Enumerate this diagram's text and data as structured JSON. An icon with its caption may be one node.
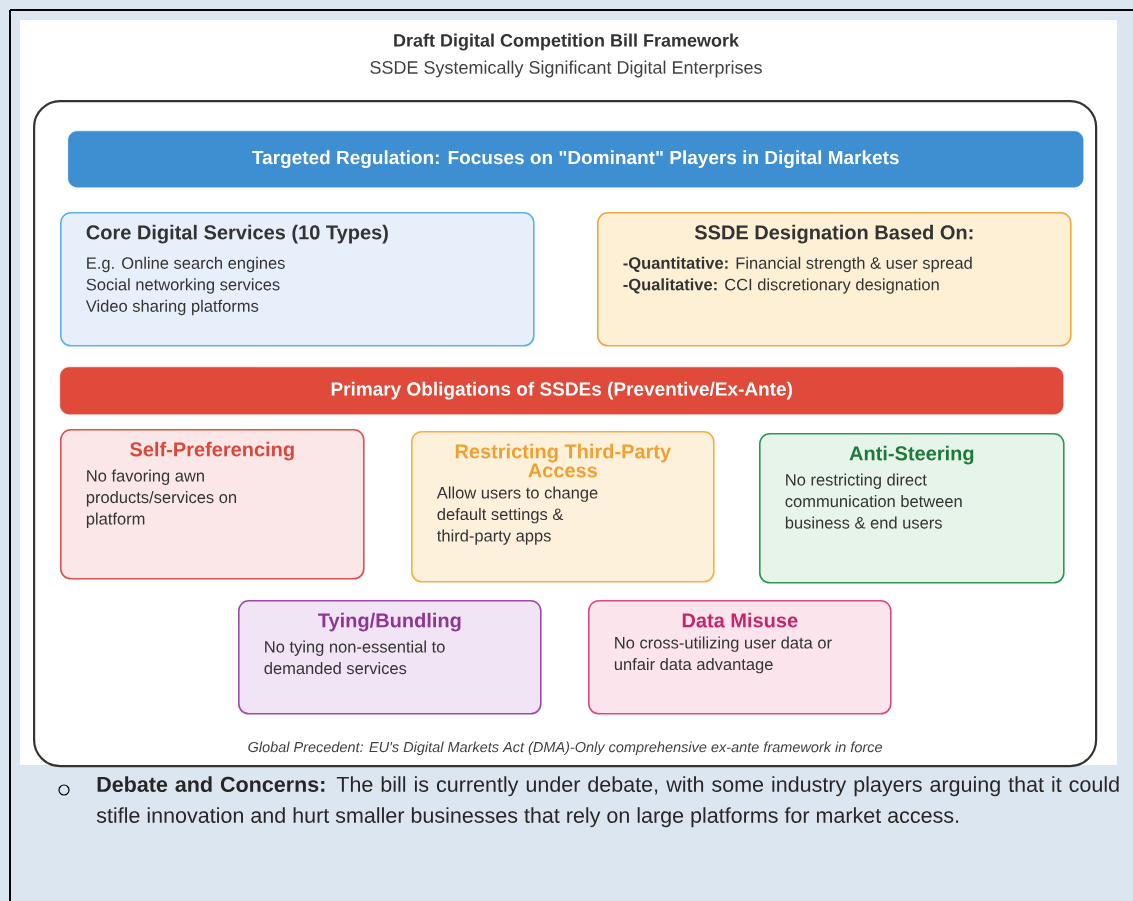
{
  "diagram": {
    "title": "Draft Digital Competition Bill Framework",
    "nodes": [
      {
        "text": [
          "Global Precedent: EU's Digital Markets Act (DMA)-Only comprehensive ex-ante framework in force"
        ]
      },
      {
        "text": [
          "Targeted Regulation: Focuses on \"Dominant\" Players in Digital Markets"
        ],
        "in": 0
      },
      {
        "text": [
          "Core Digital Services (10 Types)",
          "E.g. Online search engines",
          "Social networking services",
          "Video sharing platforms"
        ],
        "in": 0
      },
      {
        "text": [
          "SSDE Designation Based On:",
          "**-Quantitative:** Financial strength & user spread",
          "**-Qualitative:** CCI discretionary designation"
        ],
        "in": 0
      },
      {
        "text": [
          "Primary Obligations of SSDEs (Preventive/Ex-Ante)"
        ],
        "in": 0
      },
      {
        "text": [
          "Self-Preferencing",
          "No favoring awn products/services on platform"
        ],
        "in": 0
      },
      {
        "text": [
          "Restricting Third-Party Access",
          "Allow users to change default settings & third-party apps"
        ],
        "in": 0
      },
      {
        "text": [
          "Anti-Steering",
          "No restricting direct communication between business & end users"
        ],
        "in": 0
      },
      {
        "text": [
          "Tying/Bundling",
          "No tying non-essential to demanded services"
        ],
        "in": 0
      },
      {
        "text": [
          "Data Misuse",
          "No cross-utilizing user data or unfair data advantage"
        ],
        "in": 0
      }
    ],
    "labels": [
      "SSDE Systemically Significant Digital Enterprises",
      "**Debate and Concerns:** The bill is currently under debate, with some industry players arguing that it could stifle innovation and hurt smaller businesses that rely on large platforms for market access."
    ]
  }
}
